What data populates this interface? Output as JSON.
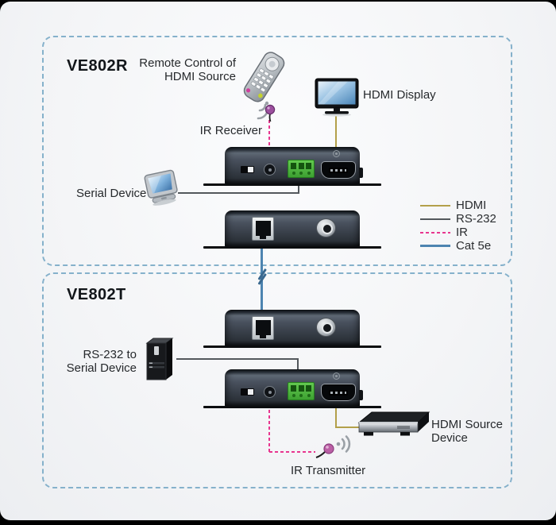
{
  "receiver_section": {
    "title": "VE802R",
    "remote_label_line1": "Remote Control of",
    "remote_label_line2": "HDMI Source",
    "ir_receiver_label": "IR Receiver",
    "hdmi_display_label": "HDMI Display",
    "serial_device_label": "Serial Device"
  },
  "transmitter_section": {
    "title": "VE802T",
    "rs232_label_line1": "RS-232 to",
    "rs232_label_line2": "Serial Device",
    "hdmi_source_label_line1": "HDMI Source",
    "hdmi_source_label_line2": "Device",
    "ir_transmitter_label": "IR Transmitter"
  },
  "legend": {
    "items": [
      {
        "label": "HDMI",
        "color": "#b3a04a",
        "style": "solid"
      },
      {
        "label": "RS-232",
        "color": "#53585c",
        "style": "solid"
      },
      {
        "label": "IR",
        "color": "#e8368f",
        "style": "dashed"
      },
      {
        "label": "Cat 5e",
        "color": "#4d84b0",
        "style": "solid"
      }
    ]
  },
  "connections": {
    "hdmi": "#b3a04a",
    "rs232": "#53585c",
    "ir": "#e8368f",
    "cat5e": "#4d84b0"
  },
  "colors": {
    "diagram_border": "#85b1cb",
    "device_body": "#3a424c",
    "terminal_block": "#47b23a",
    "background": "#f4f5f7",
    "frame": "#000000"
  },
  "icons": [
    "remote-control-icon",
    "ir-receiver-icon",
    "hdmi-display-icon",
    "serial-device-icon",
    "tower-pc-icon",
    "hdmi-source-device-icon",
    "ir-transmitter-icon",
    "rj45-port-icon",
    "power-jack-icon",
    "hdmi-port-icon",
    "rs232-terminal-block-icon",
    "ir-port-icon",
    "power-switch-icon",
    "cable-break-icon"
  ]
}
